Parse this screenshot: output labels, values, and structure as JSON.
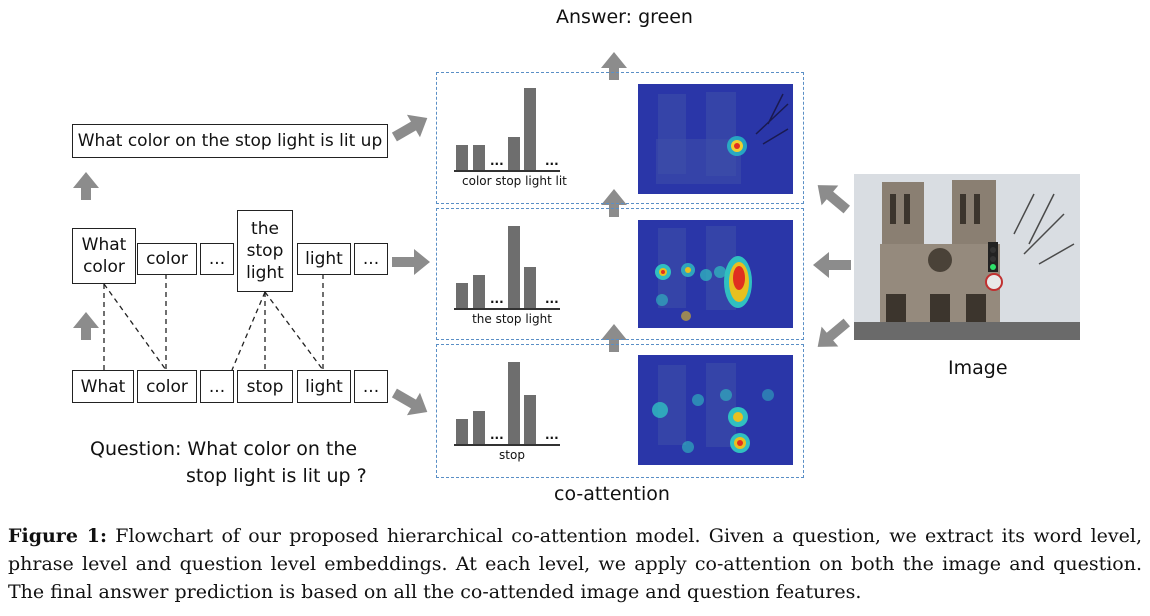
{
  "answer_label": "Answer: green",
  "co_attention_label": "co-attention",
  "image_label": "Image",
  "question_level_box": "What color on the stop light is lit up",
  "phrase_level_boxes": [
    "What color",
    "color",
    "...",
    "the stop light",
    "light",
    "..."
  ],
  "word_level_boxes": [
    "What",
    "color",
    "...",
    "stop",
    "light",
    "..."
  ],
  "question_text_line1": "Question: What color on the",
  "question_text_line2": "stop light is lit up  ?",
  "histograms": [
    {
      "label": "color stop light lit",
      "values": [
        0.3,
        0.3,
        0.4,
        1.0
      ],
      "dots": [
        "...",
        "..."
      ]
    },
    {
      "label": "the stop light",
      "values": [
        0.3,
        0.4,
        1.0,
        0.5
      ],
      "dots": [
        "...",
        "..."
      ]
    },
    {
      "label": "stop",
      "values": [
        0.3,
        0.4,
        1.0,
        0.6
      ],
      "dots": [
        "...",
        "..."
      ]
    }
  ],
  "caption": {
    "figure_label": "Figure 1:",
    "text": "Flowchart of our proposed hierarchical co-attention model. Given a question, we extract its word level, phrase level and question level embeddings. At each level, we apply co-attention on both the image and question. The final answer prediction is based on all the co-attended image and question features."
  },
  "colors": {
    "arrow": "#8c8c8c",
    "bar": "#6e6e6e",
    "panel_border": "#5a8fc6",
    "heat_base": "#2a36a8"
  },
  "icons": [
    "arrow-up-icon",
    "arrow-right-icon",
    "arrow-left-icon"
  ]
}
